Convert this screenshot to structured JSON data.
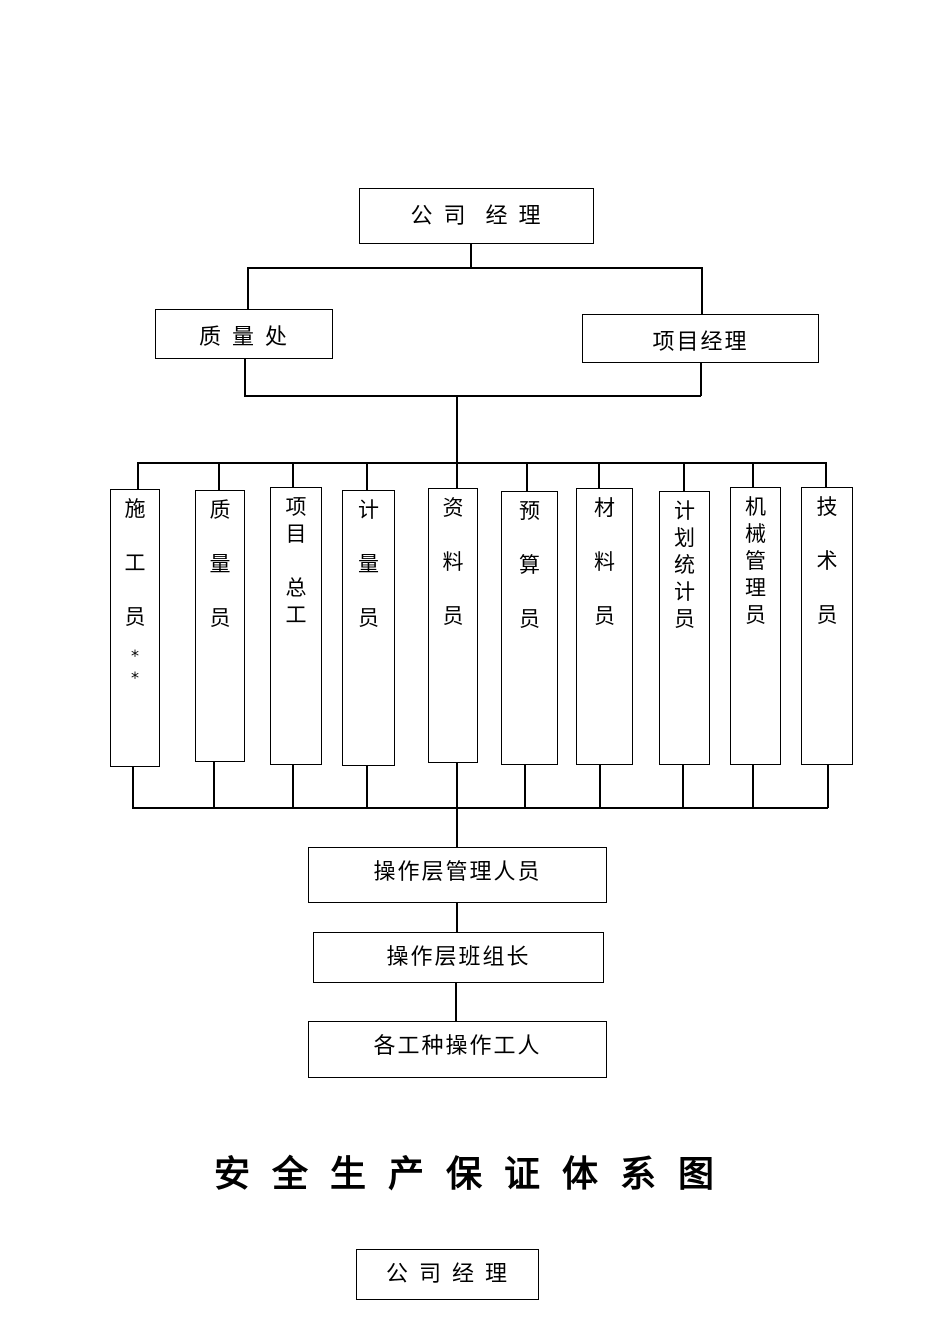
{
  "diagram": {
    "top": {
      "company_manager": "公 司  经 理"
    },
    "level2": {
      "quality_dept": "质 量 处",
      "project_manager": "项目经理"
    },
    "staff": [
      {
        "id": "construction",
        "label": "施\n\n工\n\n员"
      },
      {
        "id": "quality",
        "label": "质\n\n量\n\n员"
      },
      {
        "id": "project-chief",
        "label": "项\n目\n\n总\n工"
      },
      {
        "id": "metering",
        "label": "计\n\n量\n\n员"
      },
      {
        "id": "documents",
        "label": "资\n\n料\n\n员"
      },
      {
        "id": "budget",
        "label": "预\n\n算\n\n员"
      },
      {
        "id": "materials",
        "label": "材\n\n料\n\n员"
      },
      {
        "id": "planning",
        "label": "计\n划\n统\n计\n员"
      },
      {
        "id": "machinery",
        "label": "机\n械\n管\n理\n员"
      },
      {
        "id": "technical",
        "label": "技\n\n术\n\n员"
      }
    ],
    "staff_note": "*\n*",
    "lower": {
      "operations_management": "操作层管理人员",
      "team_leader": "操作层班组长",
      "workers": "各工种操作工人"
    }
  },
  "title": "安全生产保证体系图",
  "bottom_box": {
    "label": "公 司 经 理"
  }
}
